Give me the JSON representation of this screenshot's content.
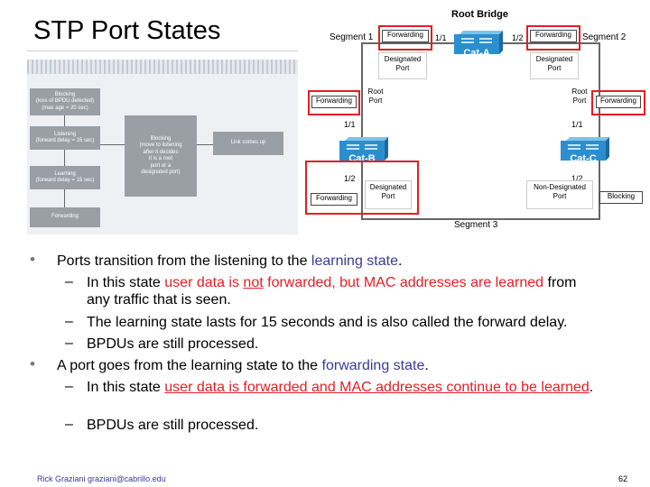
{
  "title": "STP Port States",
  "flowchart": {
    "blocking": "Blocking\n(loss of BPDU detected)\n(max age = 20 sec)",
    "listening": "Listening\n(forward delay = 15 sec)",
    "decide": "Blocking\n(move to listening\nafter it decides\nit is a root\nport or a\ndesignated port)",
    "link_up": "Link comes up",
    "learning": "Learning\n(forward delay = 15 sec)",
    "forwarding": "Forwarding"
  },
  "network": {
    "root_bridge": "Root Bridge",
    "segment1": "Segment 1",
    "segment2": "Segment 2",
    "segment3": "Segment 3",
    "cat_a": "Cat-A",
    "cat_b": "Cat-B",
    "cat_c": "Cat-C",
    "forwarding": "Forwarding",
    "blocking": "Blocking",
    "designated_port": "Designated\nPort",
    "root_port": "Root\nPort",
    "non_designated_port": "Non-Designated\nPort",
    "p11": "1/1",
    "p12": "1/2"
  },
  "bullets": [
    {
      "parts": [
        {
          "text": "Ports transition from the listening to the ",
          "style": ""
        },
        {
          "text": "learning state",
          "style": "blue"
        },
        {
          "text": ".",
          "style": ""
        }
      ],
      "subs": [
        [
          {
            "text": "In this state ",
            "style": ""
          },
          {
            "text": "user data is ",
            "style": "red"
          },
          {
            "text": "not",
            "style": "red u"
          },
          {
            "text": " forwarded, but MAC addresses are learned",
            "style": "red"
          },
          {
            "text": " from any traffic that is seen.",
            "style": ""
          }
        ],
        [
          {
            "text": "The learning state lasts for 15 seconds and is also called the forward delay.",
            "style": ""
          }
        ],
        [
          {
            "text": "BPDUs are still processed.",
            "style": ""
          }
        ]
      ]
    },
    {
      "parts": [
        {
          "text": "A port goes from the learning state to the ",
          "style": ""
        },
        {
          "text": "forwarding state",
          "style": "blue"
        },
        {
          "text": ".",
          "style": ""
        }
      ],
      "subs": [
        [
          {
            "text": "In this state ",
            "style": ""
          },
          {
            "text": "user data is forwarded and MAC addresses continue to be learned",
            "style": "red u"
          },
          {
            "text": ".",
            "style": ""
          }
        ],
        [
          {
            "text": "BPDUs are still processed.",
            "style": ""
          }
        ]
      ]
    }
  ],
  "footer": "Rick Graziani  graziani@cabrillo.edu",
  "page_number": "62",
  "colors": {
    "accent_blue": "#3a3a9a",
    "highlight_red": "#e31e24"
  }
}
